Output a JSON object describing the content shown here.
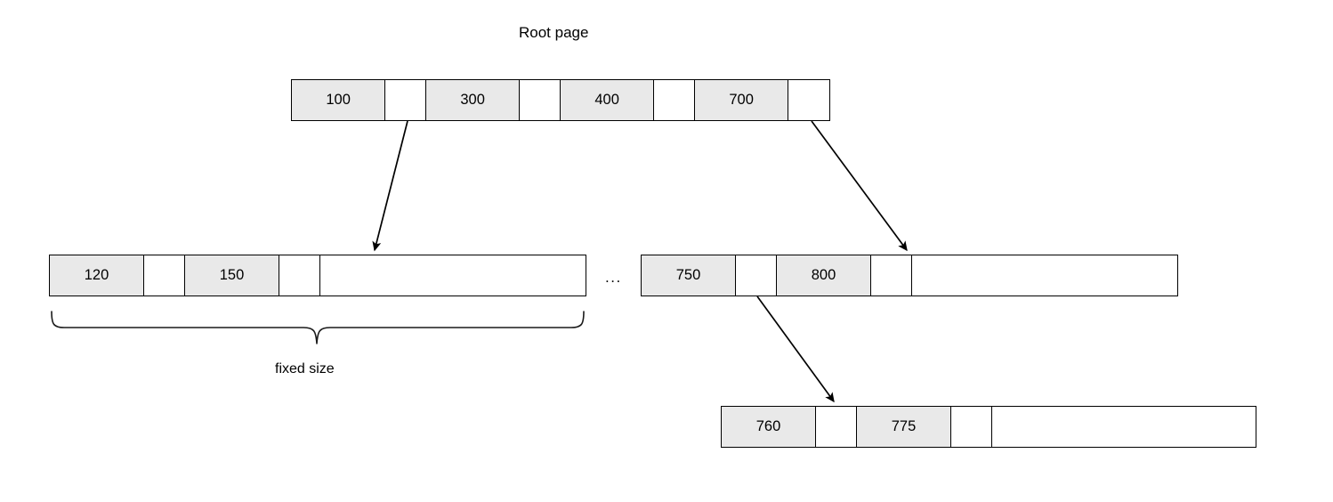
{
  "diagram": {
    "title": "Root page",
    "annotations": {
      "fixed_size": "fixed size",
      "ellipsis": "..."
    },
    "nodes": [
      {
        "id": "root",
        "name": "root-page-node",
        "cells": [
          {
            "type": "key",
            "value": "100"
          },
          {
            "type": "ptr",
            "value": ""
          },
          {
            "type": "key",
            "value": "300"
          },
          {
            "type": "ptr",
            "value": ""
          },
          {
            "type": "key",
            "value": "400"
          },
          {
            "type": "ptr",
            "value": ""
          },
          {
            "type": "key",
            "value": "700"
          },
          {
            "type": "ptr",
            "value": ""
          }
        ]
      },
      {
        "id": "leaf-left",
        "name": "leaf-node-left",
        "cells": [
          {
            "type": "key",
            "value": "120"
          },
          {
            "type": "ptr",
            "value": ""
          },
          {
            "type": "key",
            "value": "150"
          },
          {
            "type": "ptr",
            "value": ""
          },
          {
            "type": "free",
            "value": ""
          }
        ]
      },
      {
        "id": "leaf-right",
        "name": "leaf-node-right",
        "cells": [
          {
            "type": "key",
            "value": "750"
          },
          {
            "type": "ptr",
            "value": ""
          },
          {
            "type": "key",
            "value": "800"
          },
          {
            "type": "ptr",
            "value": ""
          },
          {
            "type": "free",
            "value": ""
          }
        ]
      },
      {
        "id": "leaf-bottom",
        "name": "leaf-node-bottom",
        "cells": [
          {
            "type": "key",
            "value": "760"
          },
          {
            "type": "ptr",
            "value": ""
          },
          {
            "type": "key",
            "value": "775"
          },
          {
            "type": "ptr",
            "value": ""
          },
          {
            "type": "free",
            "value": ""
          }
        ]
      }
    ],
    "colors": {
      "key_cell_fill": "#e9e9e9",
      "empty_cell_fill": "#ffffff",
      "stroke": "#000000",
      "background": "#ffffff"
    }
  }
}
